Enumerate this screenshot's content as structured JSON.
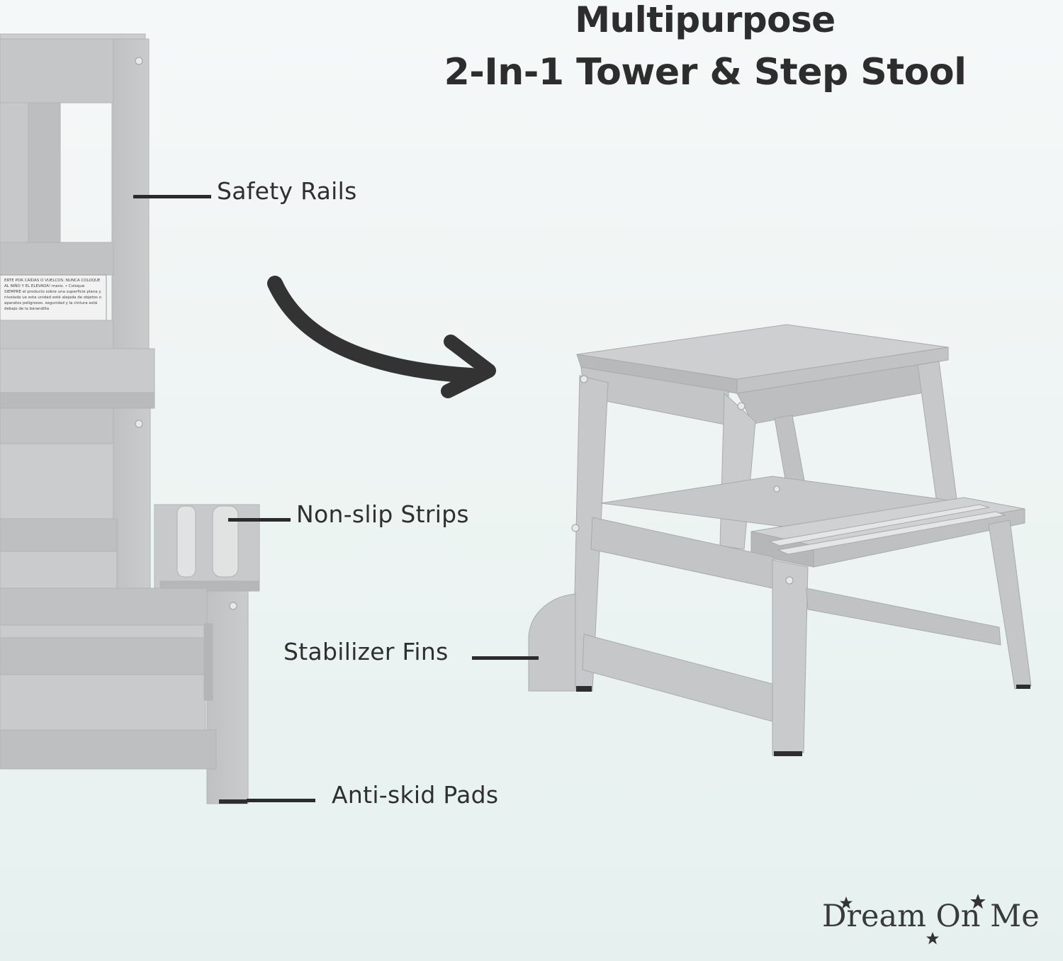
{
  "headline": {
    "line1": "Multipurpose",
    "line2": "2-In-1 Tower & Step Stool"
  },
  "callouts": {
    "safety_rails": "Safety Rails",
    "non_slip_strips": "Non-slip Strips",
    "stabilizer_fins": "Stabilizer Fins",
    "anti_skid_pads": "Anti-skid Pads"
  },
  "warning_label": {
    "text": "ERTE POR CAÍDAS O VUELCOS: NUNCA COLOQUE AL NIÑO Y EL ELEVADA! mano. • Coloque SIEMPRE el producto sobre una superficie plana y nivelada ue esta unidad esté alejada de objetos o aparatos peligrosos. seguridad y la cintura está debajo de la barandilla"
  },
  "brand": {
    "logo_text": "Dream On Me"
  },
  "colors": {
    "wood_gray": "#c2c4c5",
    "text_dark": "#2d2d2d",
    "leader_line": "#2b2b2b"
  },
  "icons": [
    "curved-arrow-icon",
    "star-icon"
  ]
}
